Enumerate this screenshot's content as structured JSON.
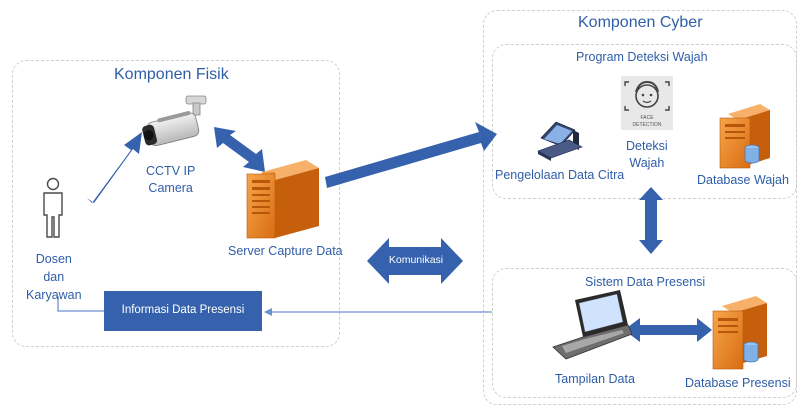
{
  "physical": {
    "title": "Komponen Fisik",
    "camera_label": "CCTV IP Camera",
    "camera_label_line1": "CCTV IP",
    "camera_label_line2": "Camera",
    "person_label_line1": "Dosen",
    "person_label_line2": "dan",
    "person_label_line3": "Karyawan",
    "server_label": "Server Capture Data",
    "info_box": "Informasi Data Presensi"
  },
  "comm_label": "Komunikasi",
  "cyber": {
    "title": "Komponen Cyber",
    "face_program": {
      "title": "Program Deteksi Wajah",
      "pc_label": "Pengelolaan Data Citra",
      "face_icon_text_1": "FACE",
      "face_icon_text_2": "DETECTION",
      "face_label_line1": "Deteksi",
      "face_label_line2": "Wajah",
      "db_label": "Database Wajah"
    },
    "presence_system": {
      "title": "Sistem Data Presensi",
      "laptop_label": "Tampilan Data",
      "db_label": "Database Presensi"
    }
  },
  "colors": {
    "accent_blue": "#2f5ea8",
    "arrow_blue": "#3561ad",
    "server_orange": "#ef8a2a",
    "panel_border": "#cfcfcf"
  }
}
